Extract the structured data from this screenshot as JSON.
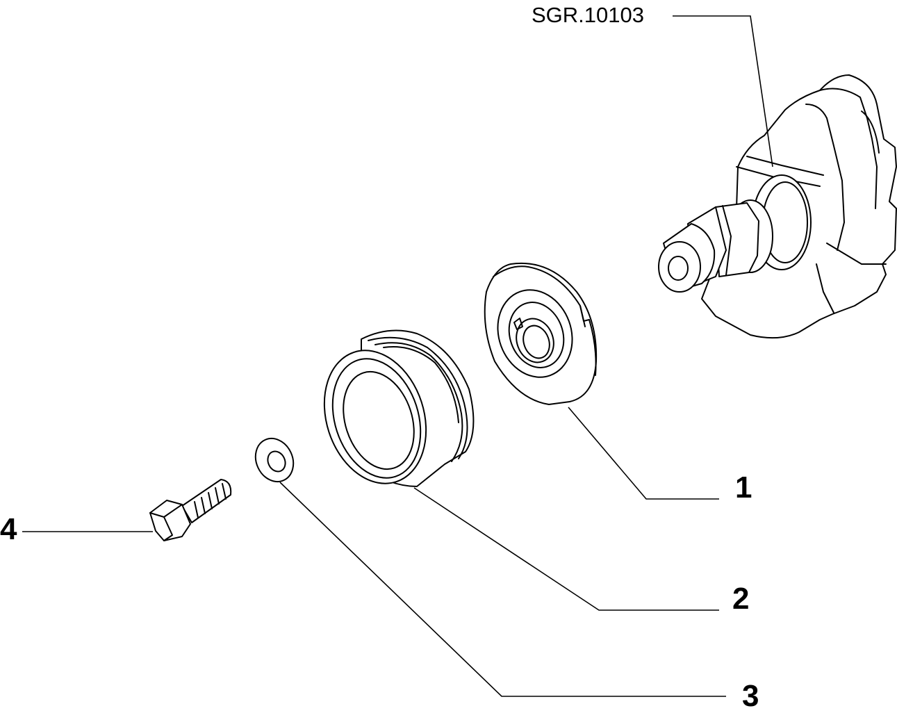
{
  "drawing": {
    "reference_code": "SGR.10103"
  },
  "callouts": [
    {
      "number": "1",
      "part": "crankshaft-hub"
    },
    {
      "number": "2",
      "part": "pulley"
    },
    {
      "number": "3",
      "part": "washer"
    },
    {
      "number": "4",
      "part": "bolt"
    }
  ]
}
